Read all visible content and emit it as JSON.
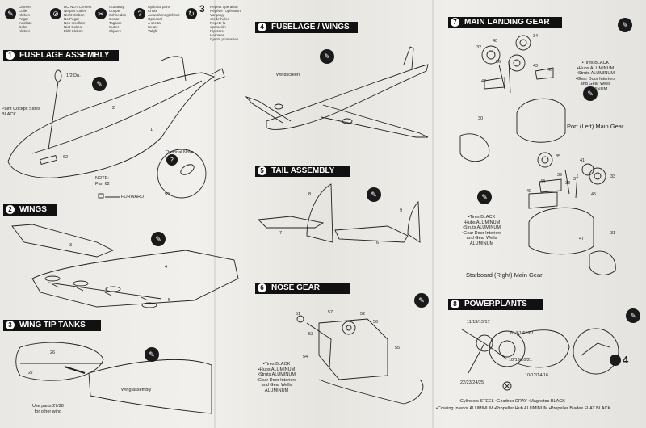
{
  "legend": [
    {
      "icon": "glue",
      "text": "Cement\nColler\nKleben\nPegar\nIncollate\nCoke\nKlebmi"
    },
    {
      "icon": "no-glue",
      "text": "DO NOT Cement\nNe pas Coller\nNicht Kleben\nNo Pegar\nNon Incollare\nNiet Cokes\nEkkl Klebmi"
    },
    {
      "icon": "cut",
      "text": "Cut away\nCouper\nSchneiden\nCortar\nTagliare\nCutter\nSkjaere"
    },
    {
      "icon": "optional",
      "text": "Optional parts\nChoix\nAuswahlmöglichkeit\nOpcional\nA scelta\nKeuze\nValgfri"
    },
    {
      "icon": "repeat",
      "text": "Repeat operation\nRépéter l'opération\nVorgang wiederholen\nRepetir la operación\nRipetere\nHerhalen\nGjenta prosessen"
    }
  ],
  "steps": [
    {
      "num": "1",
      "title": "FUSELAGE ASSEMBLY"
    },
    {
      "num": "2",
      "title": "WINGS"
    },
    {
      "num": "3",
      "title": "WING TIP TANKS"
    },
    {
      "num": "4",
      "title": "FUSELAGE / WINGS"
    },
    {
      "num": "5",
      "title": "TAIL ASSEMBLY"
    },
    {
      "num": "6",
      "title": "NOSE GEAR"
    },
    {
      "num": "7",
      "title": "MAIN LANDING GEAR"
    },
    {
      "num": "8",
      "title": "POWERPLANTS"
    }
  ],
  "labels": {
    "s1_half": "1/2 Dn.",
    "s1_paint": "Paint Cockpit Sides\nBLACK",
    "s1_optnose": "Optional Nose",
    "s1_note": "NOTE:\nPart 62",
    "s1_forward": "FORWARD",
    "s3_use": "Use parts 27/28\nfor other wing",
    "s3_wing": "Wing assembly",
    "s4_wind": "Windscreen",
    "s6_note": "•Tires BLACK\n•Hubs ALUMINUM\n•Struts ALUMINUM\n•Gear Door Interiors\nand Gear Wells\nALUMINUM",
    "s7_note1": "•Tires BLACK\n•Hubs ALUMINUM\n•Struts ALUMINUM\n•Gear Door Interiors\nand Gear Wells\nALUMINUM",
    "s7_note2": "•Tires BLACK\n•Hubs ALUMINUM\n•Struts ALUMINUM\n•Gear Door Interiors\nand Gear Wells\nALUMINUM",
    "s7_port": "Port (Left) Main Gear",
    "s7_stbd": "Starboard (Right) Main Gear",
    "s8_colors1": "•Cylinders STEEL  •Gearbox GRAY  •Magnetos BLACK",
    "s8_colors2": "•Cowling Interior ALUMINUM  •Propeller Hub ALUMINUM  •Propeller Blades FLAT BLACK",
    "s8_p1": "11/13/15/17",
    "s8_p2": "61/61/61/61",
    "s8_p3": "18/19/20/21",
    "s8_p4": "22/23/24/25",
    "s8_p5": "10/12/14/16",
    "s8_repeat": "4"
  },
  "parts": {
    "s1": [
      "2",
      "1",
      "62",
      "59"
    ],
    "s2": [
      "3",
      "4",
      "5"
    ],
    "s3": [
      "26",
      "27"
    ],
    "s5": [
      "8",
      "7",
      "9",
      "6"
    ],
    "s6": [
      "51",
      "57",
      "52",
      "53",
      "54",
      "56",
      "55"
    ],
    "s7a": [
      "32",
      "40",
      "36",
      "34",
      "43",
      "42",
      "30",
      "46"
    ],
    "s7b": [
      "35",
      "41",
      "44",
      "39",
      "37",
      "38",
      "33",
      "49",
      "45",
      "47",
      "31"
    ]
  }
}
